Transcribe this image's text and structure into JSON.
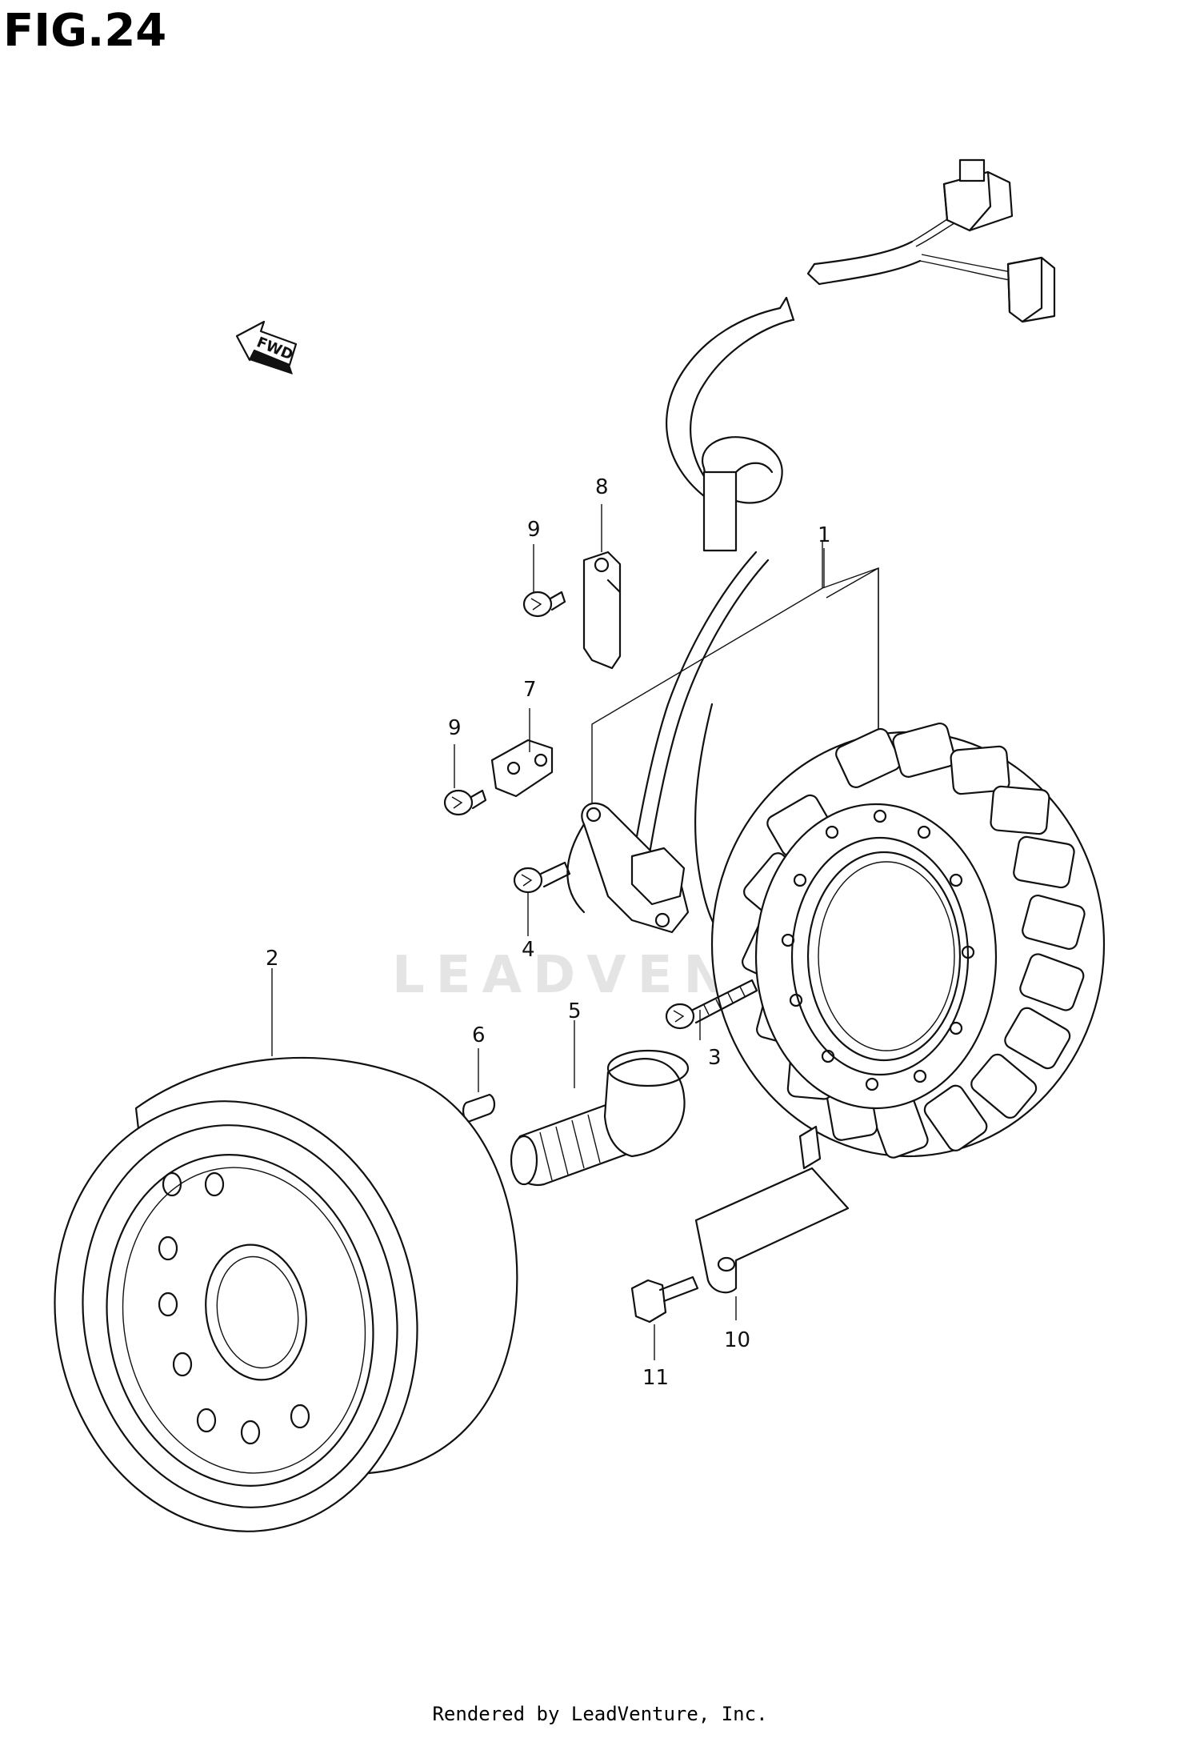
{
  "figure": {
    "title": "FIG.24",
    "direction_arrow": "FWD",
    "watermark": "LEADVENTURE",
    "footer": "Rendered by LeadVenture, Inc."
  },
  "callouts": {
    "c1": "1",
    "c2": "2",
    "c3": "3",
    "c4": "4",
    "c5": "5",
    "c6": "6",
    "c7": "7",
    "c8": "8",
    "c9a": "9",
    "c9b": "9",
    "c10": "10",
    "c11": "11"
  },
  "icons": {
    "fwd_arrow": "fwd-arrow-icon"
  }
}
